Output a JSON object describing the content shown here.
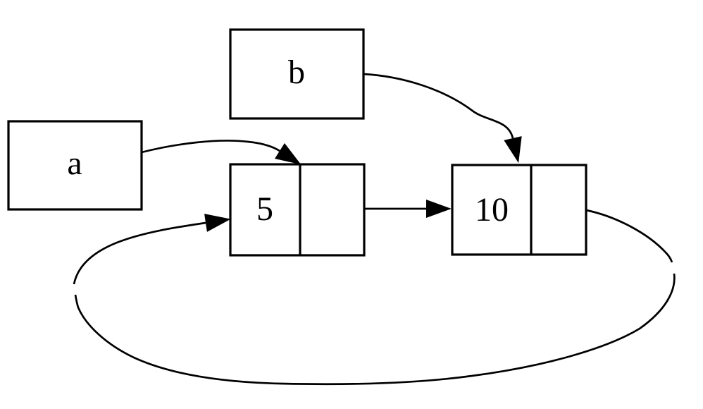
{
  "diagram": {
    "type": "linked-list",
    "background_color": "#ffffff",
    "line_color": "#000000",
    "pointer_variables": [
      {
        "label": "a",
        "points_to_node": "5"
      },
      {
        "label": "b",
        "points_to_node": "10"
      }
    ],
    "nodes": [
      {
        "value": "5",
        "next": "10"
      },
      {
        "value": "10",
        "next": "5"
      }
    ],
    "edges": [
      {
        "from": "a",
        "to": "node-5"
      },
      {
        "from": "b",
        "to": "node-10"
      },
      {
        "from": "node-5",
        "to": "node-10"
      },
      {
        "from": "node-10",
        "to": "node-5"
      }
    ]
  }
}
